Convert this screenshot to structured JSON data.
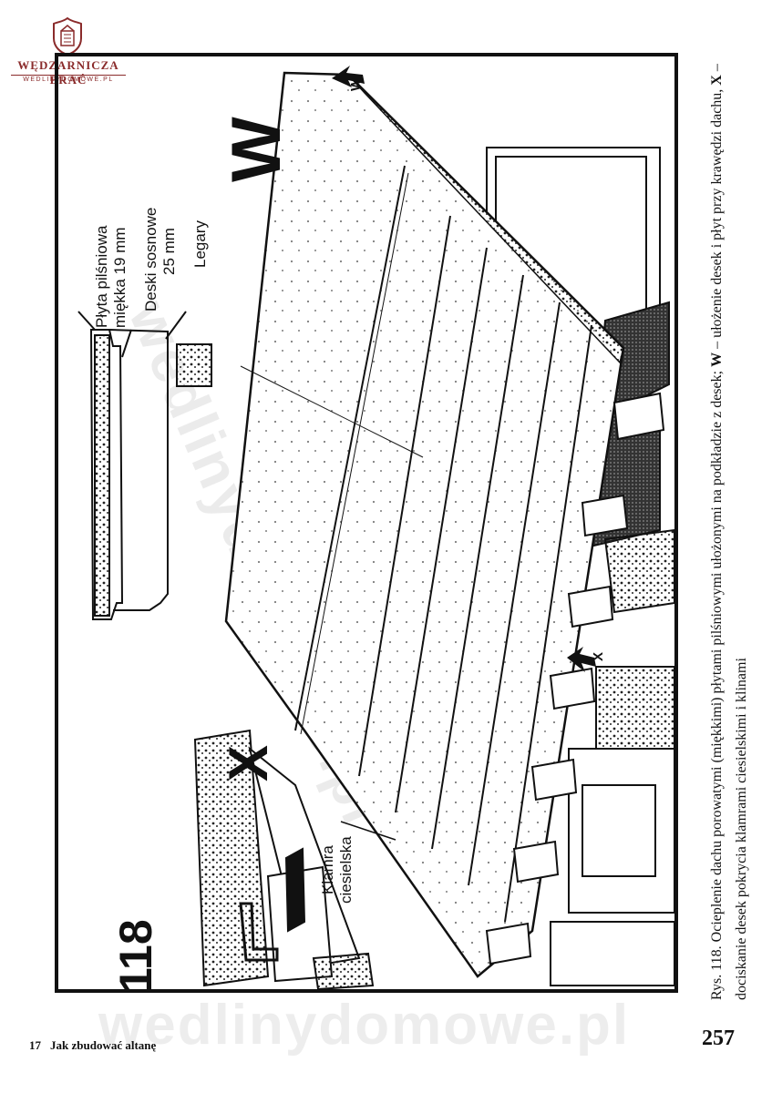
{
  "logo": {
    "title": "WĘDZARNICZA BRAĆ",
    "subtitle": "WEDLINYDOMOWE.PL"
  },
  "figure": {
    "number": "118",
    "view_w": "W",
    "view_x": "X",
    "arrow_w": "W",
    "arrow_x": "X",
    "label_plyta_line1": "Płyta pilśniowa",
    "label_plyta_line2": "miękka 19 mm",
    "label_deski_line1": "Deski sosnowe",
    "label_deski_line2": "25 mm",
    "label_legary": "Legary",
    "label_klamra_line1": "Klamra",
    "label_klamra_line2": "ciesielska"
  },
  "caption": {
    "lead": "Rys. 118.",
    "text_1": " Ocieplenie dachu porowatymi (miękkimi) płytami pilśniowymi ułożonymi na podkładzie z desek; ",
    "bold_w": "W",
    "text_2": " – ułożenie desek i płyt przy krawędzi dachu, ",
    "bold_x": "X",
    "text_3": " – dociskanie desek pokrycia klamrami ciesielskimi i klinami"
  },
  "footer": {
    "chapter_no": "17",
    "chapter_title": "Jak zbudować altanę",
    "page_number": "257"
  },
  "watermark": {
    "text": "wedlinydomowe.pl"
  },
  "colors": {
    "ink": "#111111",
    "logo": "#8a2b2b"
  }
}
